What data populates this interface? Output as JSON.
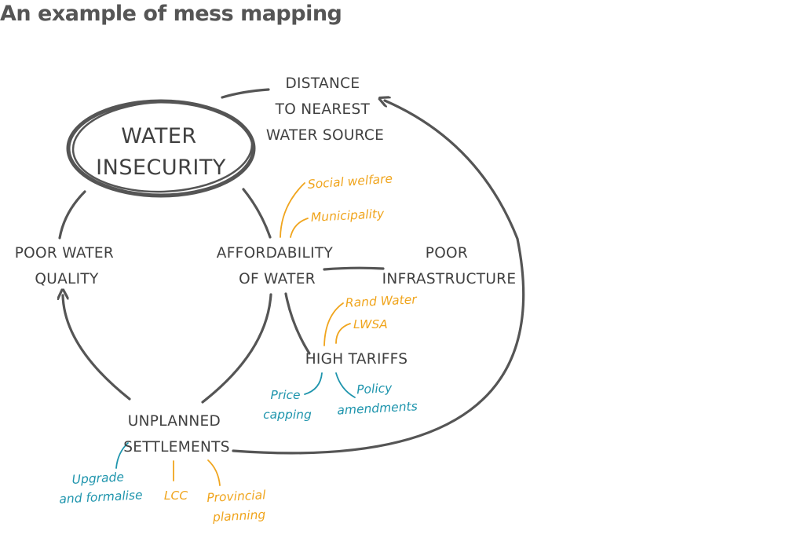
{
  "title": "An example of mess mapping",
  "nodes": {
    "water_insecurity": [
      "WATER",
      "INSECURITY"
    ],
    "distance": [
      "DISTANCE",
      "TO NEAREST",
      "WATER SOURCE"
    ],
    "poor_water_quality": [
      "POOR WATER",
      "QUALITY"
    ],
    "affordability": [
      "AFFORDABILITY",
      "OF WATER"
    ],
    "poor_infrastructure": [
      "POOR",
      "INFRASTRUCTURE"
    ],
    "high_tariffs": [
      "HIGH TARIFFS"
    ],
    "unplanned_settlements": [
      "UNPLANNED",
      "SETTLEMENTS"
    ]
  },
  "annotations": {
    "social_welfare": [
      "Social welfare"
    ],
    "municipality": [
      "Municipality"
    ],
    "rand_water": [
      "Rand Water"
    ],
    "lwsa": [
      "LWSA"
    ],
    "price_capping": [
      "Price",
      "capping"
    ],
    "policy_amendments": [
      "Policy",
      "amendments"
    ],
    "upgrade_formalise": [
      "Upgrade",
      "and formalise"
    ],
    "lcc": [
      "LCC"
    ],
    "provincial_planning": [
      "Provincial",
      "planning"
    ]
  },
  "colors": {
    "ink": "#404040",
    "connector": "#555555",
    "title": "#555555",
    "actor_orange": "#f0a51e",
    "solution_blue": "#1f95ad"
  }
}
